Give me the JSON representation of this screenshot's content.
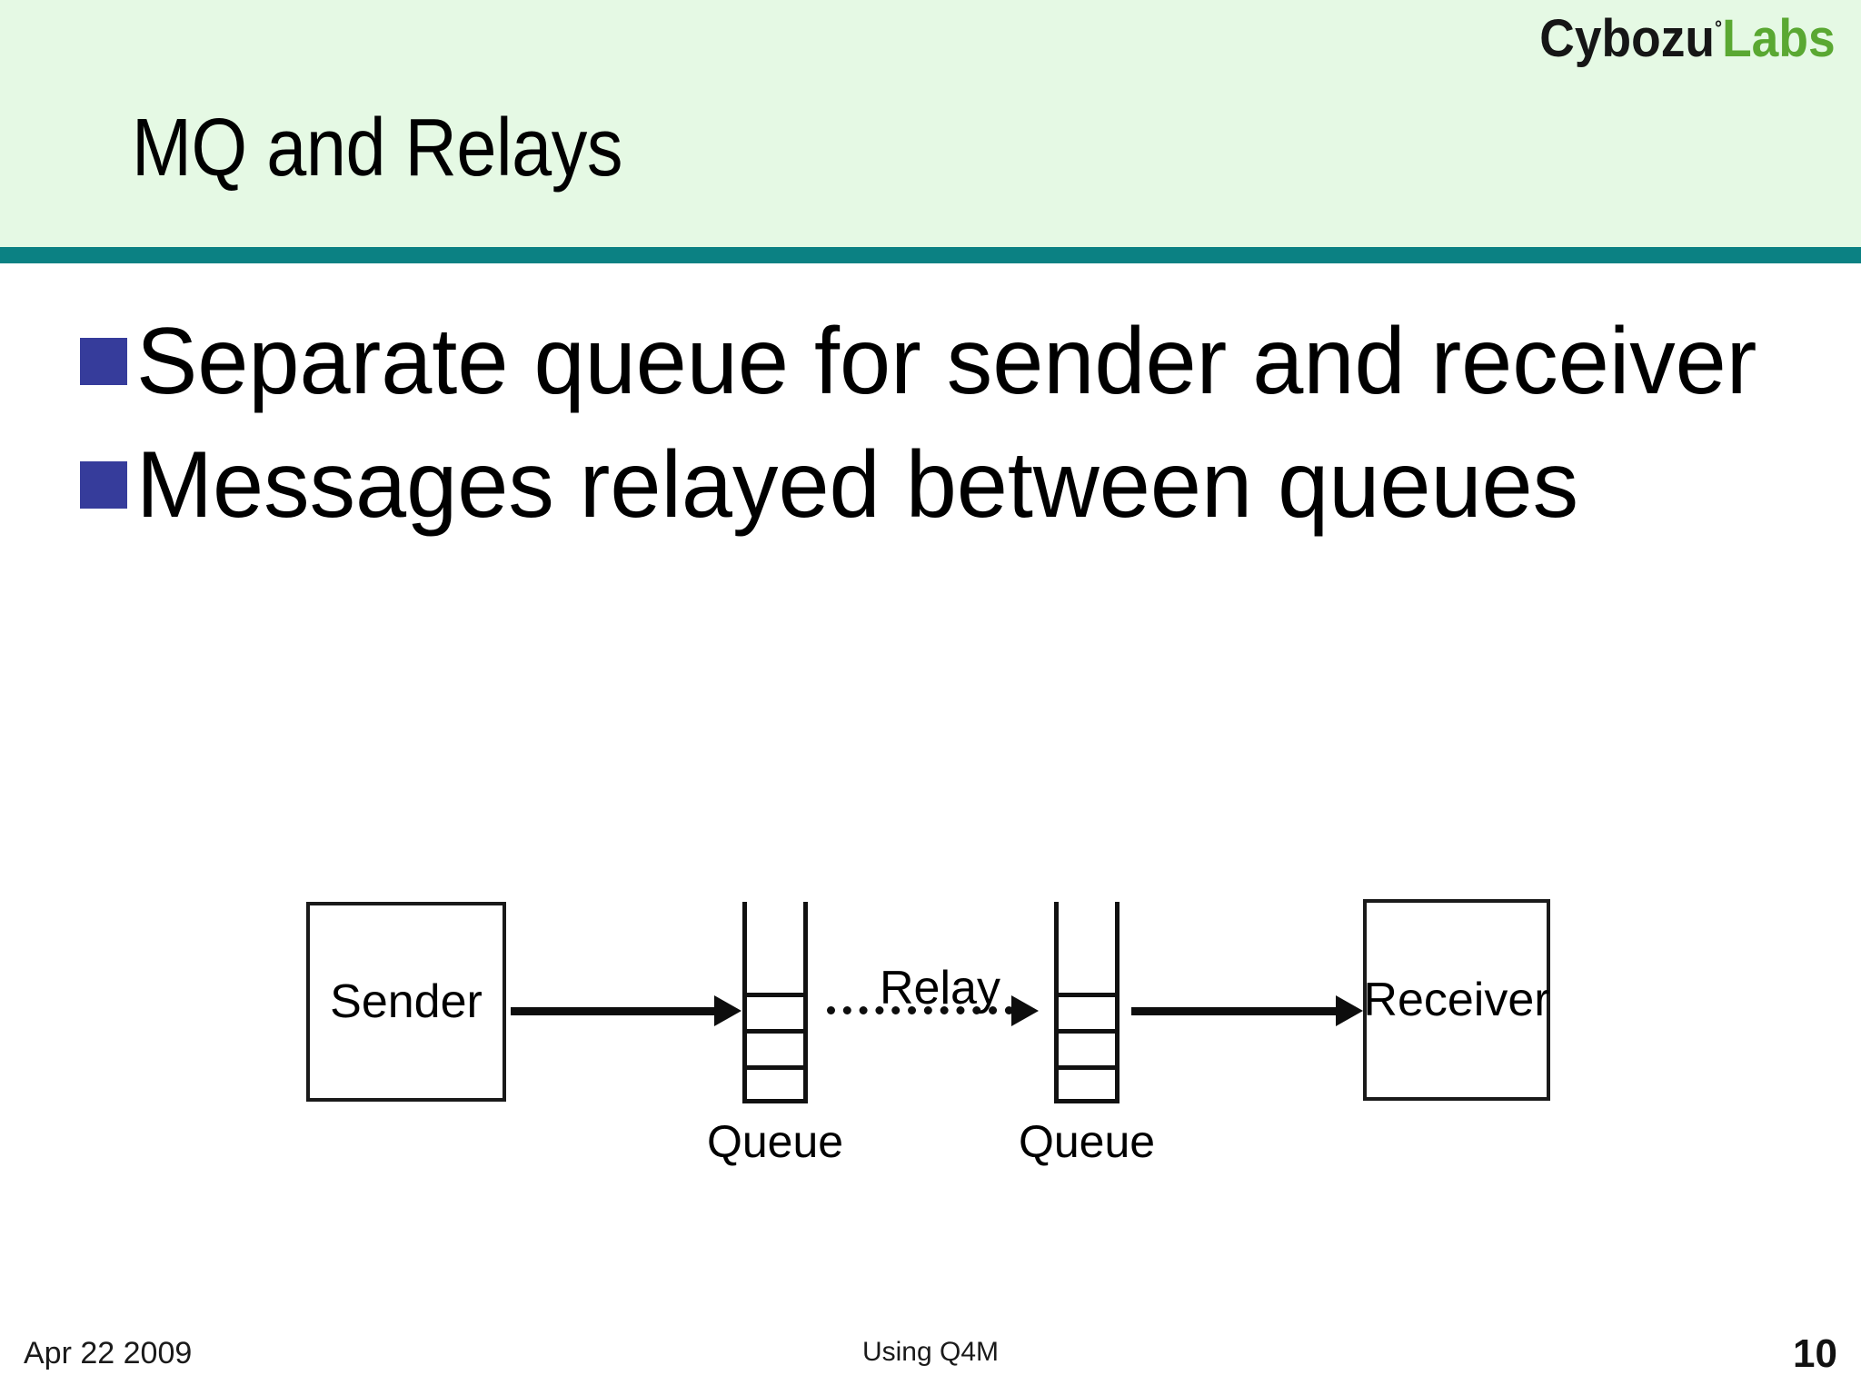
{
  "brand": {
    "name_dark": "Cybozu",
    "registered_mark": "°",
    "name_green": "Labs",
    "color_dark": "#161616",
    "color_green": "#5aa832"
  },
  "header": {
    "title": "MQ and Relays",
    "background_color": "#e5f9e4",
    "rule_color": "#0b8183"
  },
  "bullets": {
    "marker_color": "#363c9b",
    "items": [
      {
        "text": "Separate queue for sender and receiver"
      },
      {
        "text": "Messages relayed between queues"
      }
    ]
  },
  "diagram": {
    "sender": {
      "label": "Sender"
    },
    "queue_left": {
      "caption": "Queue",
      "slots": 3
    },
    "queue_right": {
      "caption": "Queue",
      "slots": 3
    },
    "receiver": {
      "label": "Receiver"
    },
    "relay": {
      "label": "Relay"
    }
  },
  "footer": {
    "date": "Apr 22 2009",
    "deck_title": "Using Q4M",
    "page_number": "10"
  }
}
